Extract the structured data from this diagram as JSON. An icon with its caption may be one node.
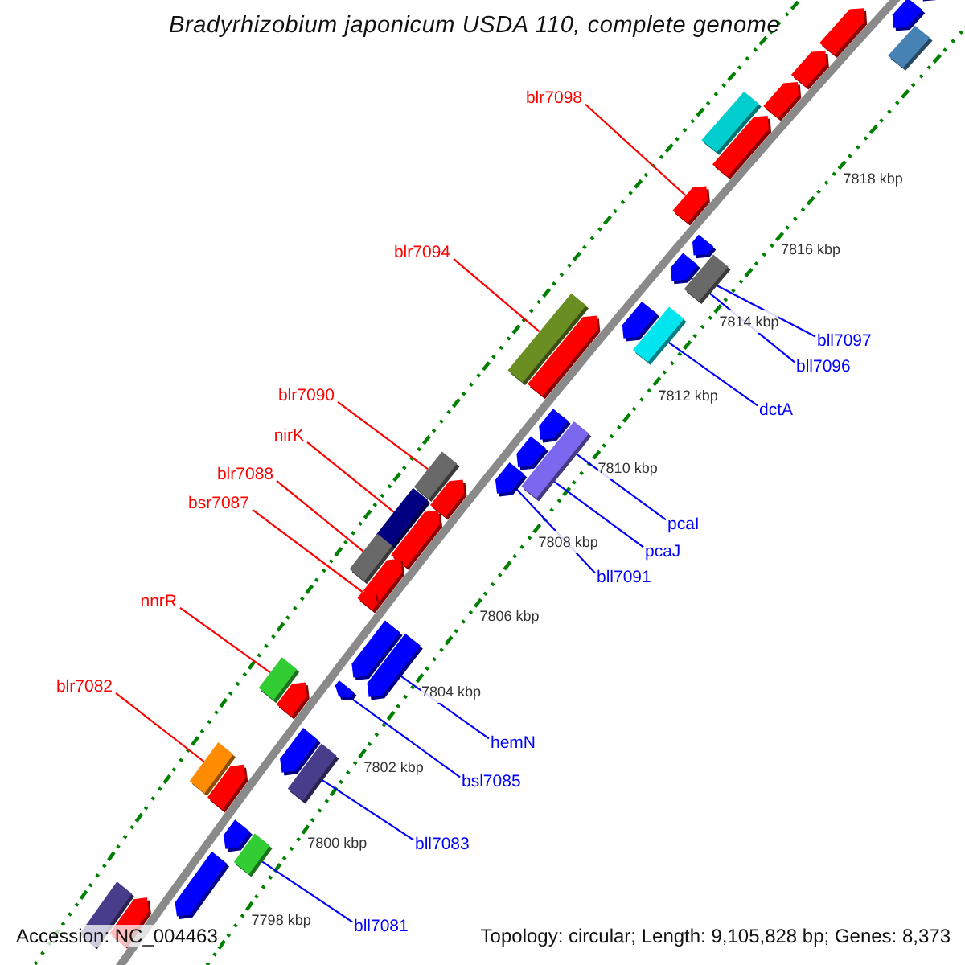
{
  "diagram": {
    "title": "Bradyrhizobium japonicum USDA 110, complete genome",
    "nodes": [
      {
        "text": [
          "blr7098"
        ]
      },
      {
        "text": [
          "blr7094"
        ]
      },
      {
        "text": [
          "bll7097"
        ]
      },
      {
        "text": [
          "bll7096"
        ]
      },
      {
        "text": [
          "blr7090"
        ]
      },
      {
        "text": [
          "dctA"
        ]
      },
      {
        "text": [
          "nirK"
        ]
      },
      {
        "text": [
          "blr7088"
        ]
      },
      {
        "text": [
          "bsr7087"
        ]
      },
      {
        "text": [
          "pcaI"
        ]
      },
      {
        "text": [
          "pcaJ"
        ]
      },
      {
        "text": [
          "bll7091"
        ]
      },
      {
        "text": [
          "nnrR"
        ]
      },
      {
        "text": [
          "blr7082"
        ]
      },
      {
        "text": [
          "hemN"
        ]
      },
      {
        "text": [
          "bsl7085"
        ]
      },
      {
        "text": [
          "bll7083"
        ]
      },
      {
        "text": [
          "bll7081"
        ]
      },
      {
        "text": [],
        "shape": "pentagon"
      },
      {
        "text": [],
        "shape": "pentagon"
      },
      {
        "text": [],
        "shape": "box"
      },
      {
        "text": [],
        "shape": "pentagon"
      },
      {
        "text": [],
        "shape": "pentagon"
      },
      {
        "text": [],
        "shape": "pentagon"
      },
      {
        "text": [],
        "shape": "box"
      },
      {
        "text": [],
        "shape": "pentagon"
      },
      {
        "text": [],
        "shape": "pentagon"
      },
      {
        "text": [],
        "shape": "pentagon"
      },
      {
        "text": [],
        "shape": "box"
      },
      {
        "text": [],
        "shape": "pentagon"
      },
      {
        "text": [],
        "shape": "box"
      },
      {
        "text": [],
        "shape": "pentagon"
      },
      {
        "text": [],
        "shape": "box"
      },
      {
        "text": [],
        "shape": "pentagon"
      },
      {
        "text": [],
        "shape": "pentagon"
      },
      {
        "text": [],
        "shape": "box"
      },
      {
        "text": [],
        "shape": "pentagon"
      },
      {
        "text": [],
        "shape": "box"
      },
      {
        "text": [],
        "shape": "pentagon"
      },
      {
        "text": [],
        "shape": "box"
      },
      {
        "text": [],
        "shape": "pentagon"
      },
      {
        "text": [],
        "shape": "box"
      },
      {
        "text": [],
        "shape": "pentagon"
      },
      {
        "text": [],
        "shape": "box"
      },
      {
        "text": [],
        "shape": "pentagon"
      },
      {
        "text": [],
        "shape": "pentagon"
      },
      {
        "text": [],
        "shape": "pentagon"
      },
      {
        "text": [],
        "shape": "pentagon"
      },
      {
        "text": [],
        "shape": "pentagon"
      },
      {
        "text": [],
        "shape": "box"
      },
      {
        "text": [],
        "shape": "pentagon"
      },
      {
        "text": [],
        "shape": "pentagon"
      },
      {
        "text": [],
        "shape": "box"
      },
      {
        "text": [],
        "shape": "box"
      },
      {
        "text": [],
        "shape": "pentagon"
      },
      {
        "text": [],
        "shape": "pentagon"
      },
      {
        "text": [],
        "shape": "box"
      },
      {
        "text": [],
        "shape": "pentagon"
      },
      {
        "text": [],
        "shape": "pentagon"
      },
      {
        "text": [],
        "shape": "box"
      }
    ],
    "edges": [
      {
        "from": 0,
        "to": 26,
        "arrow": "none",
        "color": "#ff0000"
      },
      {
        "from": 1,
        "to": 32,
        "arrow": "none",
        "color": "#ff0000"
      },
      {
        "from": 2,
        "to": 28,
        "arrow": "none"
      },
      {
        "from": 3,
        "to": 29,
        "arrow": "none"
      },
      {
        "from": 4,
        "to": 39,
        "arrow": "none",
        "color": "#ff0000"
      },
      {
        "from": 5,
        "to": 30,
        "arrow": "none"
      },
      {
        "from": 6,
        "to": 41,
        "arrow": "none",
        "color": "#ff0000"
      },
      {
        "from": 7,
        "to": 43,
        "arrow": "none",
        "color": "#ff0000"
      },
      {
        "from": 8,
        "to": 45,
        "arrow": "none",
        "color": "#ff0000"
      },
      {
        "from": 9,
        "to": 35,
        "arrow": "none"
      },
      {
        "from": 10,
        "to": 37,
        "arrow": "none"
      },
      {
        "from": 11,
        "to": 38,
        "arrow": "none"
      },
      {
        "from": 12,
        "to": 49,
        "arrow": "none",
        "color": "#ff0000"
      },
      {
        "from": 13,
        "to": 53,
        "arrow": "none",
        "color": "#ff0000"
      },
      {
        "from": 14,
        "to": 47,
        "arrow": "none"
      },
      {
        "from": 15,
        "to": 48,
        "arrow": "none"
      },
      {
        "from": 16,
        "to": 52,
        "arrow": "none"
      },
      {
        "from": 17,
        "to": 56,
        "arrow": "none"
      }
    ],
    "labels": [
      "7818 kbp",
      "7816 kbp",
      "7814 kbp",
      "7812 kbp",
      "7810 kbp",
      "7808 kbp",
      "7806 kbp",
      "7804 kbp",
      "7802 kbp",
      "7800 kbp",
      "7798 kbp",
      "Accession: NC_004463",
      "Topology: circular; Length: 9,105,828 bp; Genes: 8,373"
    ]
  }
}
